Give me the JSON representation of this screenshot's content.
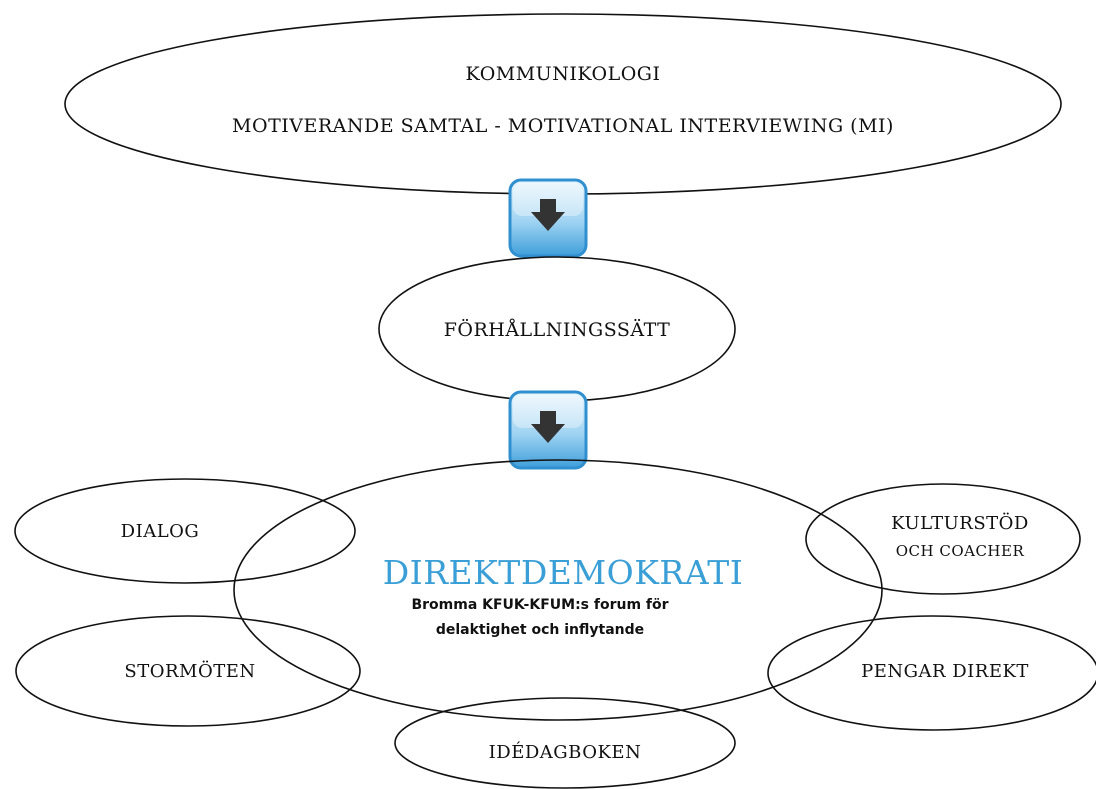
{
  "top": {
    "line1": "KOMMUNIKOLOGI",
    "line2": "MOTIVERANDE SAMTAL - MOTIVATIONAL INTERVIEWING (MI)"
  },
  "middle": {
    "label": "FÖRHÅLLNINGSSÄTT"
  },
  "center": {
    "title": "DIREKTDEMOKRATI",
    "subtitle_line1": "Bromma KFUK-KFUM:s forum för",
    "subtitle_line2": "delaktighet och inflytande"
  },
  "satellites": {
    "dialog": "DIALOG",
    "stormoten": "STORMÖTEN",
    "kulturstod_line1": "KULTURSTÖD",
    "kulturstod_line2": "OCH COACHER",
    "pengar": "PENGAR DIREKT",
    "idedagboken": "IDÉDAGBOKEN"
  },
  "colors": {
    "accent_title": "#3a9fd6",
    "arrow_box": "#4aa8e0",
    "arrow_glyph": "#333333",
    "stroke": "#111111"
  }
}
